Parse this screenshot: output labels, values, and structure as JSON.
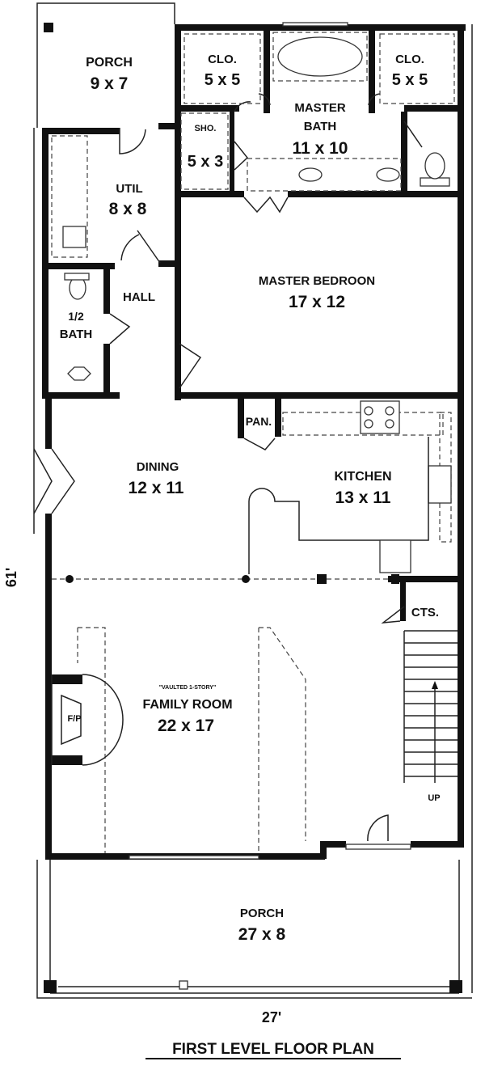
{
  "title": "FIRST LEVEL FLOOR PLAN",
  "dimensions": {
    "width": "27'",
    "depth": "61'"
  },
  "rooms": {
    "porch_top": {
      "name": "PORCH",
      "size": "9 x 7"
    },
    "clo_left": {
      "name": "CLO.",
      "size": "5 x 5"
    },
    "clo_right": {
      "name": "CLO.",
      "size": "5 x 5"
    },
    "master_bath": {
      "name1": "MASTER",
      "name2": "BATH",
      "size": "11 x 10"
    },
    "shower": {
      "name": "SHO.",
      "size": "5 x 3"
    },
    "util": {
      "name": "UTIL",
      "size": "8 x 8"
    },
    "master_bedroom": {
      "name": "MASTER BEDROON",
      "size": "17 x 12"
    },
    "hall": {
      "name": "HALL"
    },
    "half_bath": {
      "name1": "1/2",
      "name2": "BATH"
    },
    "pan": {
      "name": "PAN."
    },
    "dining": {
      "name": "DINING",
      "size": "12 x 11"
    },
    "kitchen": {
      "name": "KITCHEN",
      "size": "13 x 11"
    },
    "cts": {
      "name": "CTS."
    },
    "family_room": {
      "note": "\"VAULTED 1-STORY\"",
      "name": "FAMILY ROOM",
      "size": "22 x 17"
    },
    "fireplace": {
      "name": "F/P"
    },
    "stairs": {
      "name": "UP"
    },
    "porch_front": {
      "name": "PORCH",
      "size": "27 x 8"
    }
  }
}
